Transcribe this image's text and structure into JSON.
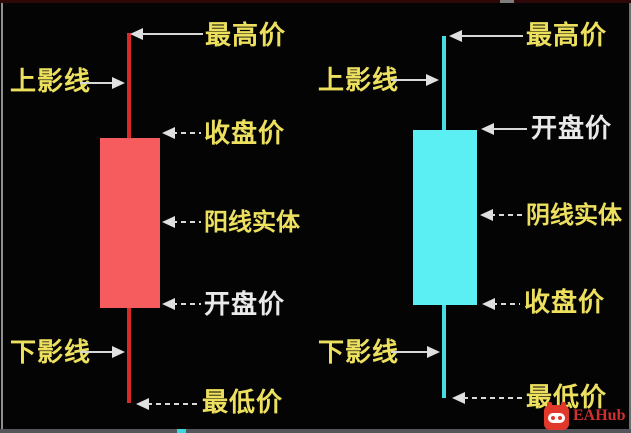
{
  "diagram": {
    "title_hint": "candlestick-anatomy-diagram",
    "colors": {
      "background": "#050404",
      "label_yellow": "#ece05e",
      "label_white": "#e9e9e9",
      "bull_body": "#f65c5e",
      "bull_wick": "#d92a2a",
      "bear_body": "#5beef2",
      "bear_wick": "#45dce2",
      "arrow": "#d8d8d8"
    },
    "left_candle": {
      "kind": "bullish-yang-candle",
      "labels": {
        "highest": "最高价",
        "upper_shadow": "上影线",
        "close": "收盘价",
        "body": "阳线实体",
        "open": "开盘价",
        "lower_shadow": "下影线",
        "lowest": "最低价"
      }
    },
    "right_candle": {
      "kind": "bearish-yin-candle",
      "labels": {
        "highest": "最高价",
        "upper_shadow": "上影线",
        "open": "开盘价",
        "body": "阴线实体",
        "close": "收盘价",
        "lower_shadow": "下影线",
        "lowest": "最低价"
      }
    },
    "watermark": {
      "icon": "robot-icon",
      "text": "EAHub",
      "color": "#d03030"
    }
  }
}
